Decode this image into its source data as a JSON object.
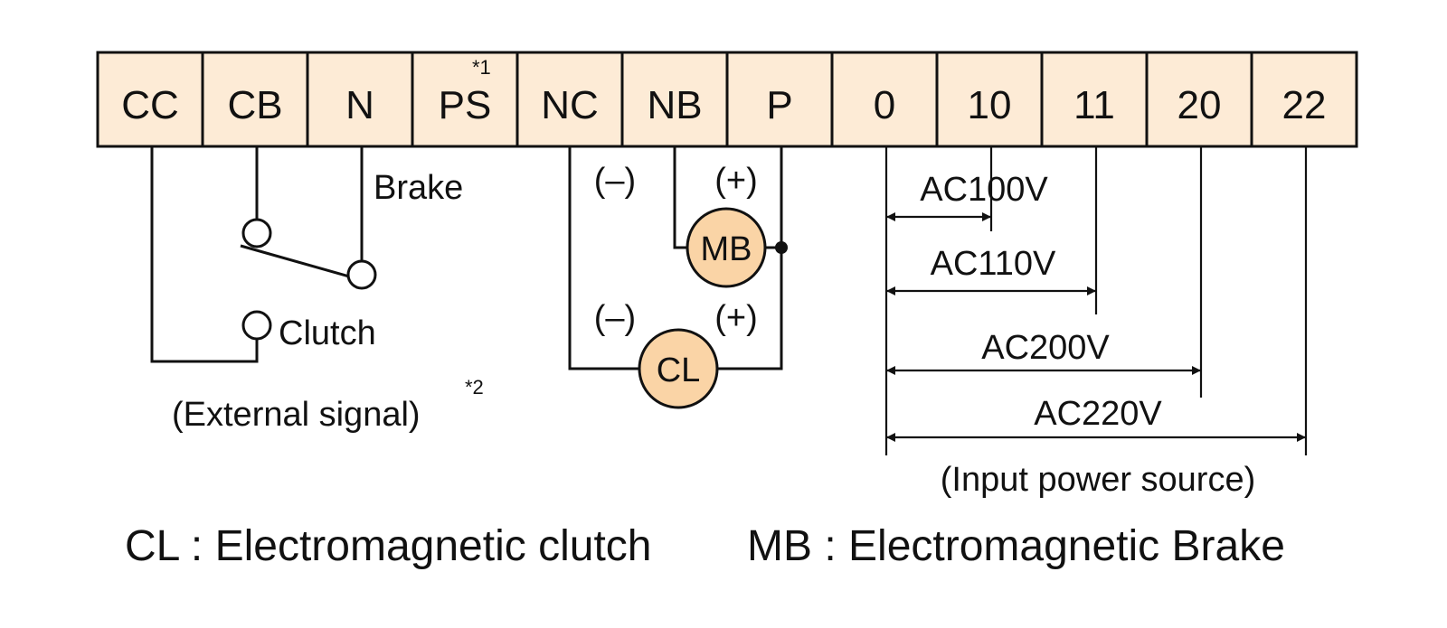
{
  "colors": {
    "terminal_fill": "#fdebd6",
    "coil_fill": "#fad4a6",
    "line": "#111111",
    "background": "#ffffff"
  },
  "terminals": [
    "CC",
    "CB",
    "N",
    "PS",
    "NC",
    "NB",
    "P",
    "0",
    "10",
    "11",
    "20",
    "22"
  ],
  "notes": {
    "ps_note": "*1",
    "signal_note": "*2"
  },
  "labels": {
    "brake": "Brake",
    "clutch": "Clutch",
    "external_signal": "(External signal)",
    "minus_top": "(–)",
    "plus_top": "(+)",
    "minus_bottom": "(–)",
    "plus_bottom": "(+)",
    "mb": "MB",
    "cl": "CL",
    "input_power_source": "(Input power source)"
  },
  "voltages": [
    "AC100V",
    "AC110V",
    "AC200V",
    "AC220V"
  ],
  "legend": {
    "cl": "CL : Electromagnetic clutch",
    "mb": "MB : Electromagnetic Brake"
  }
}
